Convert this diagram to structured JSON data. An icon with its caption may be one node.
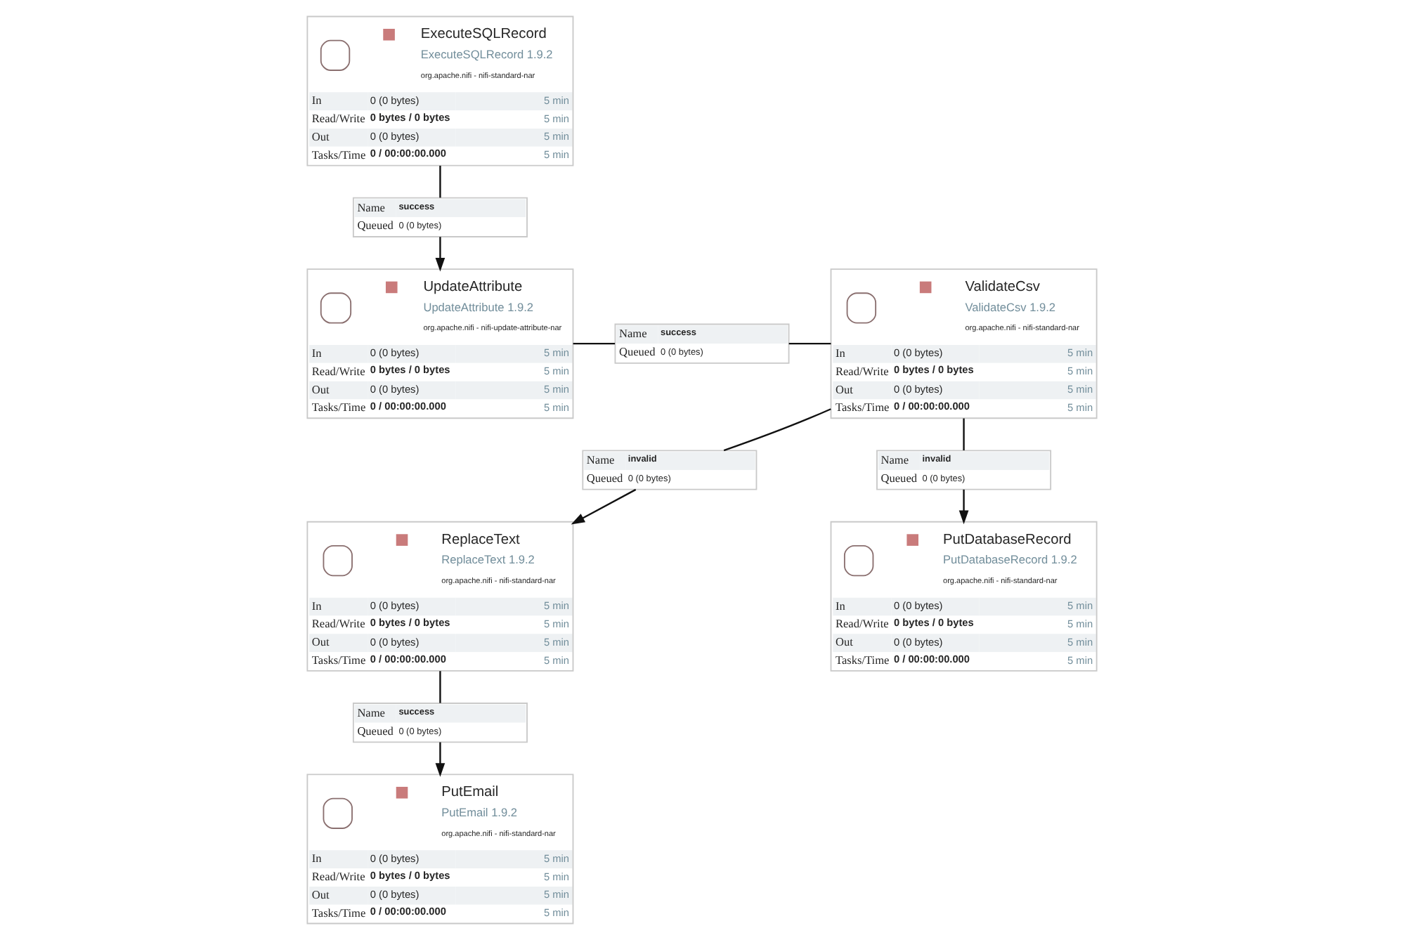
{
  "diagram": {
    "nodes": [
      {
        "text": [
          "ExecuteSQLRecord",
          "ExecuteSQLRecord 1.9.2",
          "org.apache.nifi - nifi-standard-nar",
          "In",
          "0 (0 bytes)",
          "5 min",
          "Read/Write",
          "0 bytes / 0 bytes",
          "5 min",
          "Out",
          "0 (0 bytes)",
          "5 min",
          "Tasks/Time",
          "0 / 00:00:00.000",
          "5 min"
        ]
      },
      {
        "text": [
          "Name",
          "success",
          "Queued",
          "0 (0 bytes)"
        ]
      },
      {
        "text": [
          "UpdateAttribute",
          "UpdateAttribute 1.9.2",
          "org.apache.nifi - nifi-update-attribute-nar",
          "In",
          "0 (0 bytes)",
          "5 min",
          "Read/Write",
          "0 bytes / 0 bytes",
          "5 min",
          "Out",
          "0 (0 bytes)",
          "5 min",
          "Tasks/Time",
          "0 / 00:00:00.000",
          "5 min"
        ]
      },
      {
        "text": [
          "Name",
          "success",
          "Queued",
          "0 (0 bytes)"
        ]
      },
      {
        "text": [
          "ValidateCsv",
          "ValidateCsv 1.9.2",
          "org.apache.nifi - nifi-standard-nar",
          "In",
          "0 (0 bytes)",
          "5 min",
          "Read/Write",
          "0 bytes / 0 bytes",
          "5 min",
          "Out",
          "0 (0 bytes)",
          "5 min",
          "Tasks/Time",
          "0 / 00:00:00.000",
          "5 min"
        ]
      },
      {
        "text": [
          "Name",
          "invalid",
          "Queued",
          "0 (0 bytes)"
        ]
      },
      {
        "text": [
          "Name",
          "invalid",
          "Queued",
          "0 (0 bytes)"
        ]
      },
      {
        "text": [
          "ReplaceText",
          "ReplaceText 1.9.2",
          "org.apache.nifi - nifi-standard-nar",
          "In",
          "0 (0 bytes)",
          "5 min",
          "Read/Write",
          "0 bytes / 0 bytes",
          "5 min",
          "Out",
          "0 (0 bytes)",
          "5 min",
          "Tasks/Time",
          "0 / 00:00:00.000",
          "5 min"
        ]
      },
      {
        "text": [
          "PutDatabaseRecord",
          "PutDatabaseRecord 1.9.2",
          "org.apache.nifi - nifi-standard-nar",
          "In",
          "0 (0 bytes)",
          "5 min",
          "Read/Write",
          "0 bytes / 0 bytes",
          "5 min",
          "Out",
          "0 (0 bytes)",
          "5 min",
          "Tasks/Time",
          "0 / 00:00:00.000",
          "5 min"
        ]
      },
      {
        "text": [
          "Name",
          "success",
          "Queued",
          "0 (0 bytes)"
        ]
      },
      {
        "text": [
          "PutEmail",
          "PutEmail 1.9.2",
          "org.apache.nifi - nifi-standard-nar",
          "In",
          "0 (0 bytes)",
          "5 min",
          "Read/Write",
          "0 bytes / 0 bytes",
          "5 min",
          "Out",
          "0 (0 bytes)",
          "5 min",
          "Tasks/Time",
          "0 / 00:00:00.000",
          "5 min"
        ]
      }
    ],
    "edges": [
      {
        "from": 0,
        "to": 1,
        "arrow": "none"
      },
      {
        "from": 1,
        "to": 2,
        "arrow": "to"
      },
      {
        "from": 2,
        "to": 3,
        "arrow": "none"
      },
      {
        "from": 3,
        "to": 4,
        "arrow": "none"
      },
      {
        "from": 4,
        "to": 5,
        "arrow": "none"
      },
      {
        "from": 5,
        "to": 7,
        "arrow": "to"
      },
      {
        "from": 4,
        "to": 6,
        "arrow": "none"
      },
      {
        "from": 6,
        "to": 8,
        "arrow": "to"
      },
      {
        "from": 7,
        "to": 9,
        "arrow": "none"
      },
      {
        "from": 9,
        "to": 10,
        "arrow": "to"
      }
    ]
  }
}
